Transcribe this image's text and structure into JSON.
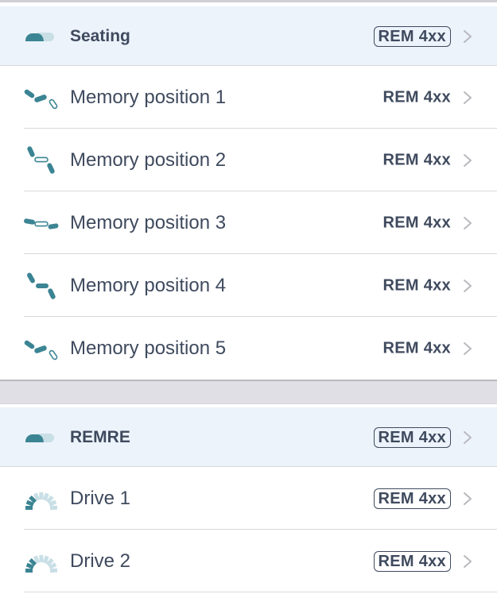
{
  "colors": {
    "accent": "#3b8493",
    "accent_light": "#c9dfe6",
    "header_bg": "#ecf3fb",
    "text": "#3f4a5e",
    "chevron": "#b9b9be",
    "separator_bg": "#e0dfe5"
  },
  "sections": [
    {
      "header": {
        "label": "Seating",
        "badge": "REM 4xx",
        "icon": "seating-toggle-icon"
      },
      "items": [
        {
          "label": "Memory position 1",
          "badge": "REM 4xx",
          "icon": "memory-position-1-icon"
        },
        {
          "label": "Memory position 2",
          "badge": "REM 4xx",
          "icon": "memory-position-2-icon"
        },
        {
          "label": "Memory position 3",
          "badge": "REM 4xx",
          "icon": "memory-position-3-icon"
        },
        {
          "label": "Memory position 4",
          "badge": "REM 4xx",
          "icon": "memory-position-4-icon"
        },
        {
          "label": "Memory position 5",
          "badge": "REM 4xx",
          "icon": "memory-position-5-icon"
        }
      ]
    },
    {
      "header": {
        "label": "REMRE",
        "badge": "REM 4xx",
        "icon": "remre-toggle-icon"
      },
      "items": [
        {
          "label": "Drive 1",
          "badge": "REM 4xx",
          "icon": "drive-gauge-icon"
        },
        {
          "label": "Drive 2",
          "badge": "REM 4xx",
          "icon": "drive-gauge-icon"
        }
      ]
    }
  ]
}
